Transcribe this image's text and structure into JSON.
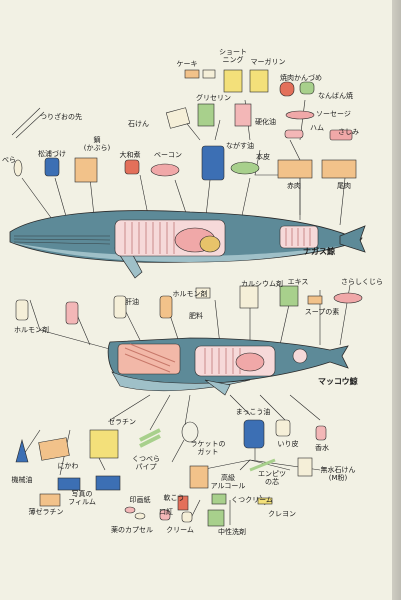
{
  "whales": {
    "fin": "ナガス鯨",
    "sperm": "マッコウ鯨"
  },
  "labels": {
    "cake": "ケーキ",
    "shortening": "ショート\nニング",
    "margarine": "マーガリン",
    "yakiniku": "焼肉かんづめ",
    "nanban": "なんばん焼",
    "glycerin": "グリセリン",
    "soap": "石けん",
    "hardened_oil": "硬化油",
    "sausage": "ソーセージ",
    "ham": "ハム",
    "sashimi": "さしみ",
    "tsurizao": "つりざおの先",
    "kabura": "鏑\n(かぶら)",
    "matsuura": "松浦づけ",
    "yamato": "大和煮",
    "bacon": "ベーコン",
    "nagasu_oil": "ながす油",
    "honkawa": "本皮",
    "akaniku": "赤肉",
    "onomi": "尾肉",
    "bera": "べら",
    "hormone": "ホルモン剤",
    "liver_oil": "肝油",
    "hormone2": "ホルモン剤",
    "fertilizer": "肥料",
    "calcium": "カルシウム剤",
    "extract": "エキス",
    "sarashi": "さらしくじら",
    "soup": "スープの素",
    "gelatin": "ゼラチン",
    "nikawa": "にかわ",
    "kutsubera": "くつべら\nパイプ",
    "racket": "ラケットの\nガット",
    "ambergris_oil": "まっこう油",
    "iri_kawa": "いり皮",
    "perfume": "香水",
    "machine_oil": "機械油",
    "photo_film": "写真の\nフィルム",
    "printing_paper": "印画紙",
    "thin_gelatin": "薄ゼラチン",
    "high_alcohol": "高級\nアルコール",
    "pencil": "エンピツ\nの芯",
    "med_soap": "無水石けん\n(M粉)",
    "rouge": "口紅",
    "ointment": "軟こう",
    "shoe_cream": "くつクリーム",
    "crayon": "クレヨン",
    "capsule": "薬のカプセル",
    "cream": "クリーム",
    "detergent": "中性洗剤"
  },
  "colors": {
    "paper": "#f2f1e4",
    "whale_body": "#5d8a98",
    "whale_belly": "#9fc0c8",
    "organ_pink": "#f0a8a8",
    "outline": "#2a2a2a",
    "orange": "#f2c28a",
    "yellow": "#f3e07a",
    "green": "#a8d08c",
    "blue": "#3c6fb4"
  }
}
